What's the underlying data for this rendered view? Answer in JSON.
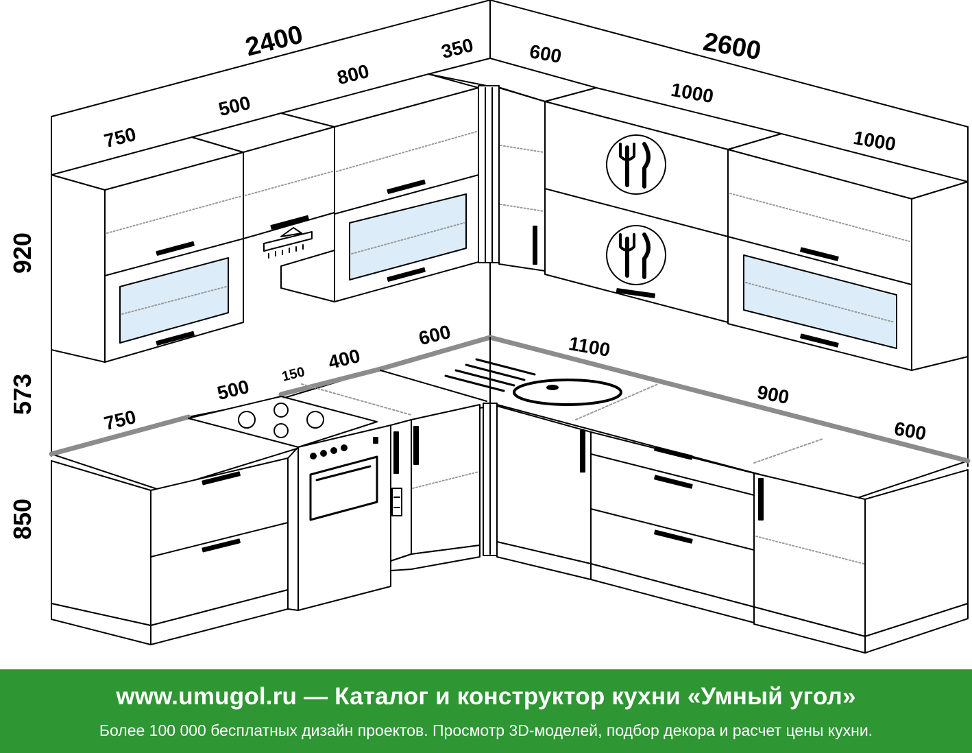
{
  "colors": {
    "banner_bg": "#2e9632",
    "banner_text": "#ffffff",
    "line": "#000000",
    "worktop_edge": "#8c8c8c",
    "glass": "#dcecf8"
  },
  "icons": [
    "fork-knife-icon",
    "cooker-hob-icon",
    "oven-icon",
    "sink-icon",
    "range-hood-icon",
    "dishwasher-icon"
  ],
  "dimensions": {
    "total_left": "2400",
    "total_right": "2600",
    "corner_depth": "350",
    "corner_width": "600",
    "upper_left_1": "750",
    "upper_left_2": "500",
    "upper_left_3": "800",
    "upper_right_1": "1000",
    "upper_right_2": "1000",
    "height_upper": "920",
    "height_apron": "573",
    "height_base": "850",
    "base_left_1": "750",
    "base_left_2": "500",
    "base_left_gap": "150",
    "base_left_3": "400",
    "base_corner": "600",
    "base_right_1": "1100",
    "base_right_2": "900",
    "base_right_3": "600"
  },
  "banner": {
    "title": "www.umugol.ru — Каталог и конструктор кухни «Умный угол»",
    "subtitle": "Более 100 000 бесплатных дизайн проектов. Просмотр 3D-моделей, подбор декора и расчет цены кухни."
  }
}
